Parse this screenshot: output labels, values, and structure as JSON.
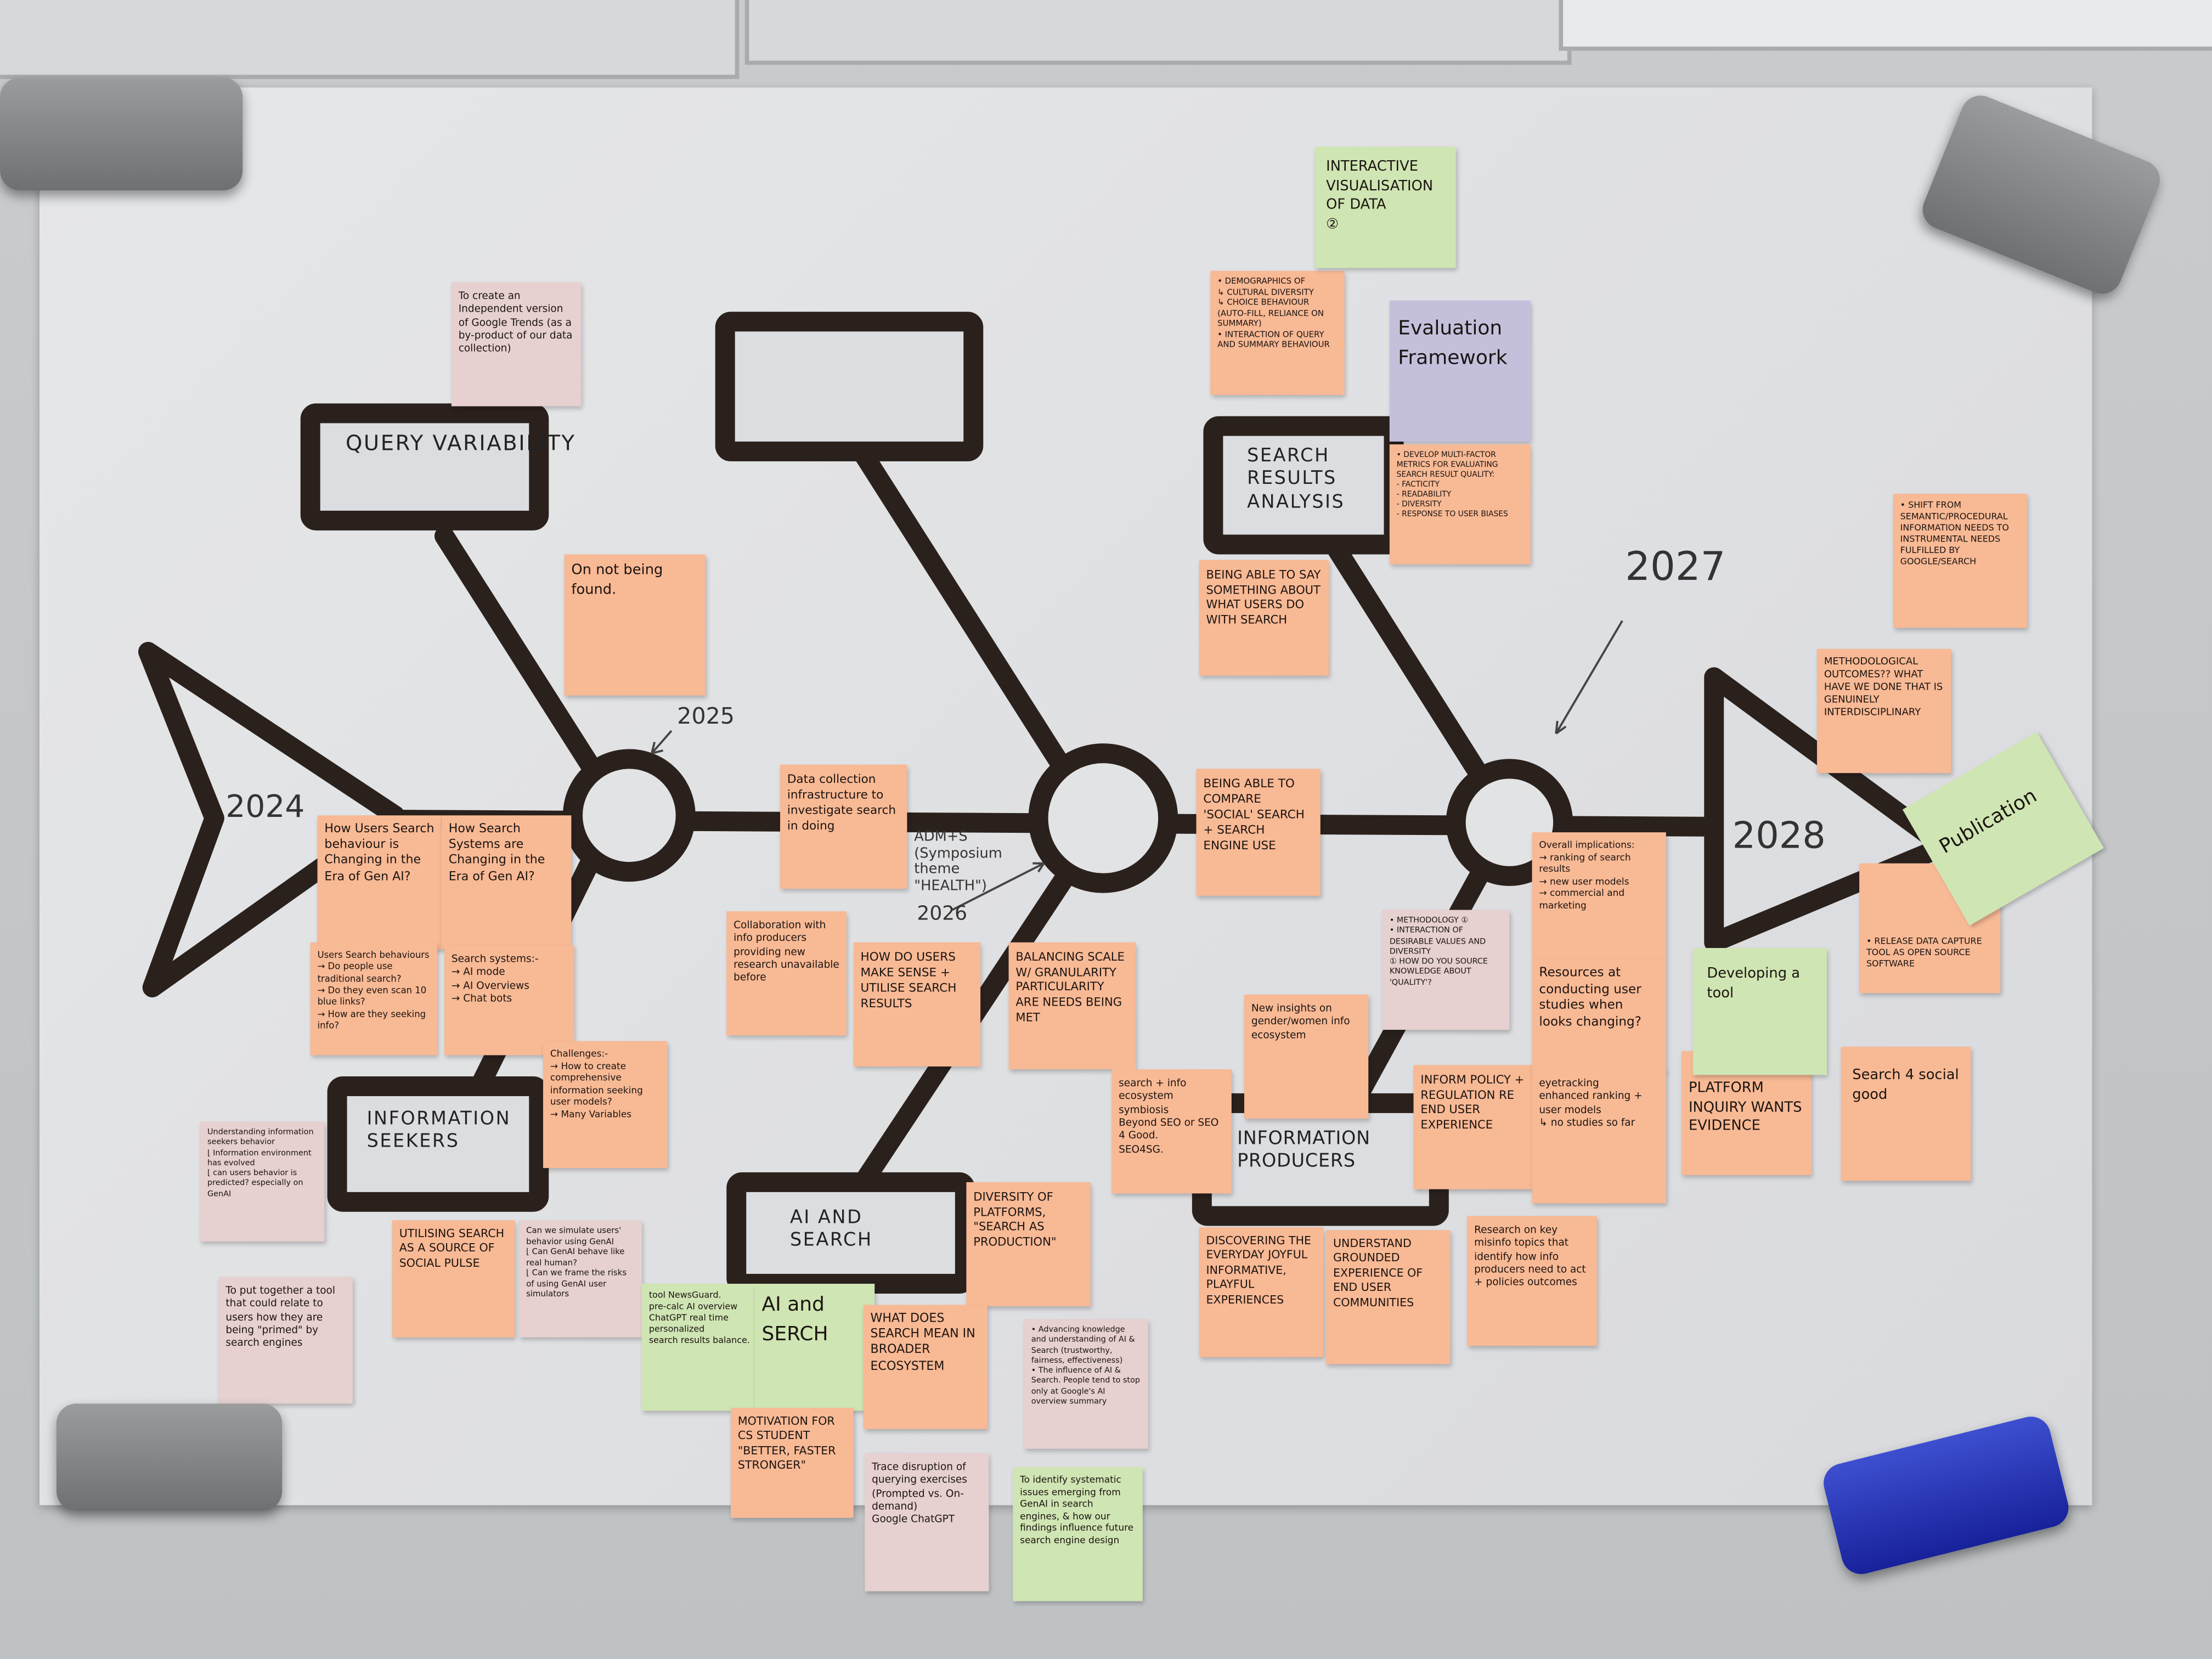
{
  "diagram": {
    "type": "fishbone",
    "years": [
      "2024",
      "2025",
      "2026",
      "2027",
      "2028"
    ],
    "annotation_2026": "ADM+S (Symposium theme \"HEALTH\")",
    "categories": {
      "query_variability": "QUERY VARIABILITY",
      "empty_box": "",
      "search_results_analysis": "SEARCH RESULTS ANALYSIS",
      "information_seekers": "INFORMATION SEEKERS",
      "ai_and_search": "AI AND SEARCH",
      "information_producers": "INFORMATION PRODUCERS"
    }
  },
  "colors": {
    "orange_note": "#f8b995",
    "pink_note": "#e6d0d0",
    "green_note": "#cfe5b3",
    "lavender_note": "#c4c0dc",
    "line": "#2a211d",
    "blue_magnet": "#2233b8"
  },
  "notes": [
    {
      "text": "To create an Independent version of Google Trends (as a by-product of our data collection)"
    },
    {
      "text": "On not being found."
    },
    {
      "text": "How Users Search behaviour is Changing in the Era of Gen AI?"
    },
    {
      "text": "How Search Systems are Changing in the Era of Gen AI?"
    },
    {
      "text": "Users Search behaviours\n→ Do people use traditional search?\n→ Do they even scan 10 blue links?\n→ How are they seeking info?"
    },
    {
      "text": "Search systems:-\n→ AI mode\n→ AI Overviews\n→ Chat bots"
    },
    {
      "text": "Challenges:-\n→ How to create comprehensive information seeking user models?\n→ Many Variables"
    },
    {
      "text": "Understanding information seekers behavior\n⌊ Information environment has evolved\n⌊ can users behavior is predicted? especially on GenAI"
    },
    {
      "text": "To put together a tool that could relate to users how they are being \"primed\" by search engines"
    },
    {
      "text": "UTILISING SEARCH AS A SOURCE OF SOCIAL PULSE"
    },
    {
      "text": "Can we simulate users' behavior using GenAI\n⌊ Can GenAI behave like real human?\n⌊ Can we frame the risks of using GenAI user simulators"
    },
    {
      "text": "tool NewsGuard.\npre-calc AI overview\nChatGPT real time personalized\nsearch results balance."
    },
    {
      "text": "AI and SERCH"
    },
    {
      "text": "MOTIVATION FOR CS STUDENT \"BETTER, FASTER STRONGER\""
    },
    {
      "text": "Data collection infrastructure to investigate search in doing"
    },
    {
      "text": "Collaboration with info producers providing new research unavailable before"
    },
    {
      "text": "HOW DO USERS MAKE SENSE + UTILISE SEARCH RESULTS"
    },
    {
      "text": "BALANCING SCALE W/ GRANULARITY PARTICULARITY ARE NEEDS BEING MET"
    },
    {
      "text": "DIVERSITY OF PLATFORMS, \"SEARCH AS PRODUCTION\""
    },
    {
      "text": "WHAT DOES SEARCH MEAN IN BROADER ECOSYSTEM"
    },
    {
      "text": "• Advancing knowledge and understanding of AI & Search (trustworthy, fairness, effectiveness)\n• The influence of AI & Search. People tend to stop only at Google's AI overview summary"
    },
    {
      "text": "Trace disruption of querying exercises\n(Prompted vs. On-demand)\nGoogle  ChatGPT"
    },
    {
      "text": "To identify systematic issues emerging from GenAI in search engines, & how our findings influence future search engine design"
    },
    {
      "text": "BEING ABLE TO COMPARE 'SOCIAL' SEARCH + SEARCH ENGINE USE"
    },
    {
      "text": "BEING ABLE TO SAY SOMETHING ABOUT WHAT USERS DO WITH SEARCH"
    },
    {
      "text": "• DEMOGRAPHICS OF\n↳ CULTURAL DIVERSITY\n↳ CHOICE BEHAVIOUR (AUTO-FILL, RELIANCE ON SUMMARY)\n• INTERACTION OF QUERY AND SUMMARY BEHAVIOUR"
    },
    {
      "text": "INTERACTIVE VISUALISATION OF DATA\n②"
    },
    {
      "text": "Evaluation Framework"
    },
    {
      "text": "• DEVELOP MULTI-FACTOR METRICS FOR EVALUATING SEARCH RESULT QUALITY:\n- FACTICITY\n- READABILITY\n- DIVERSITY\n- RESPONSE TO USER BIASES"
    },
    {
      "text": "• METHODOLOGY ①\n• INTERACTION OF DESIRABLE VALUES AND DIVERSITY\n① HOW DO YOU SOURCE KNOWLEDGE ABOUT 'QUALITY'?"
    },
    {
      "text": "New insights on gender/women info ecosystem"
    },
    {
      "text": "search + info ecosystem symbiosis\nBeyond SEO or SEO 4 Good.\nSEO4SG."
    },
    {
      "text": "INFORM POLICY + REGULATION RE END USER EXPERIENCE"
    },
    {
      "text": "Overall implications:\n→ ranking of search results\n→ new user models\n→ commercial and marketing"
    },
    {
      "text": "Resources at conducting user studies when looks changing?"
    },
    {
      "text": "eyetracking\nenhanced ranking + user models\n↳ no studies so far"
    },
    {
      "text": "DISCOVERING THE EVERYDAY JOYFUL INFORMATIVE, PLAYFUL EXPERIENCES"
    },
    {
      "text": "UNDERSTAND GROUNDED EXPERIENCE OF END USER COMMUNITIES"
    },
    {
      "text": "Research on key misinfo topics that identify how info producers need to act + policies outcomes"
    },
    {
      "text": "• SHIFT FROM SEMANTIC/PROCEDURAL INFORMATION NEEDS TO INSTRUMENTAL NEEDS FULFILLED BY GOOGLE/SEARCH"
    },
    {
      "text": "METHODOLOGICAL OUTCOMES?? WHAT HAVE WE DONE THAT IS GENUINELY INTERDISCIPLINARY"
    },
    {
      "text": "Publication"
    },
    {
      "text": "• RELEASE DATA CAPTURE TOOL AS OPEN SOURCE SOFTWARE"
    },
    {
      "text": "Developing a tool"
    },
    {
      "text": "PLATFORM INQUIRY WANTS EVIDENCE"
    },
    {
      "text": "Search 4 social good"
    }
  ]
}
